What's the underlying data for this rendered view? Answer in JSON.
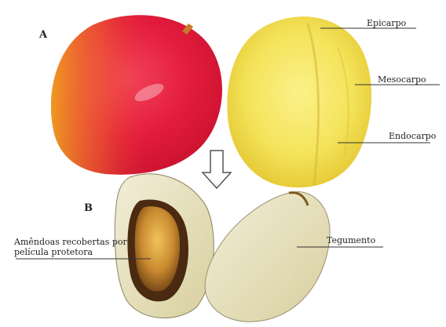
{
  "figure": {
    "panel_a": "A",
    "panel_b": "B",
    "labels": {
      "epicarp": "Epicarpo",
      "mesocarp": "Mesocarpo",
      "endocarp": "Endocarpo",
      "almond": "Amêndoas recobertas por película protetora",
      "tegument": "Tegumento"
    }
  },
  "colors": {
    "mango_red": "#e8213f",
    "mango_yellow": "#f5e45a",
    "seed_cream": "#e6dfb8",
    "kernel_brown": "#b57a2c",
    "leader_line": "#333333"
  }
}
